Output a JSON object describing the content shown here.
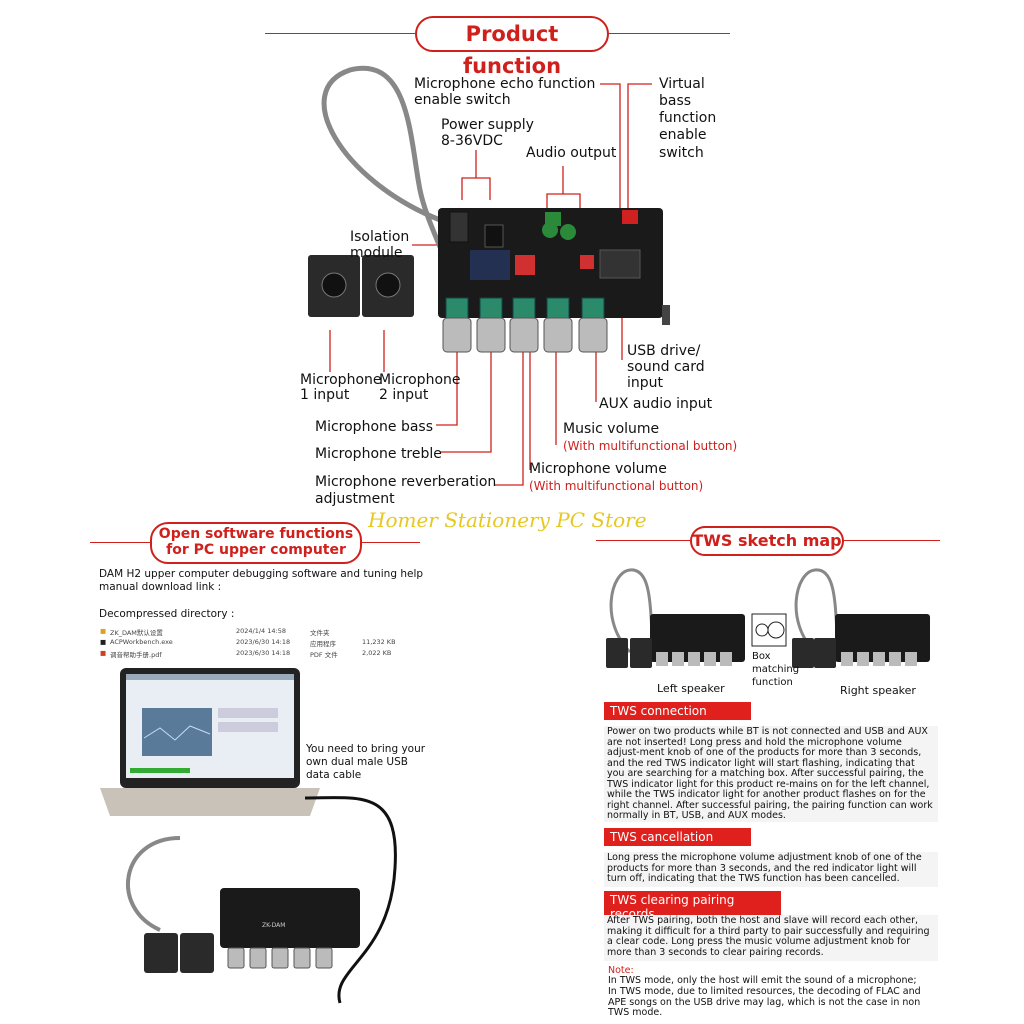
{
  "product_function": {
    "title": "Product function",
    "labels": {
      "echo": [
        "Microphone echo function",
        "enable switch"
      ],
      "bass_switch": [
        "Virtual",
        "bass",
        "function",
        "enable",
        "switch"
      ],
      "power": [
        "Power supply",
        "8-36VDC"
      ],
      "audio_output": "Audio output",
      "isolation": [
        "Isolation",
        "module"
      ],
      "usb": [
        "USB drive/",
        "sound card",
        "input"
      ],
      "aux": "AUX audio input",
      "mic1": [
        "Microphone",
        "1 input"
      ],
      "mic2": [
        "Microphone",
        "2 input"
      ],
      "mic_bass": "Microphone bass",
      "mic_treble": "Microphone treble",
      "mic_reverb": [
        "Microphone reverberation",
        "adjustment"
      ],
      "music_volume": "Music volume",
      "music_volume_note": "(With multifunctional button)",
      "mic_volume": "Microphone volume",
      "mic_volume_note": "(With multifunctional button)"
    }
  },
  "watermark": "Homer Stationery PC Store",
  "software": {
    "title": [
      "Open software functions",
      "for PC upper computer"
    ],
    "intro": [
      "DAM H2 upper computer debugging software and tuning help",
      "manual download link :"
    ],
    "dir_label": "Decompressed directory :",
    "files": [
      {
        "name": "ZK_DAM默认设置",
        "date": "2024/1/4 14:58",
        "type": "文件夹",
        "size": ""
      },
      {
        "name": "ACPWorkbench.exe",
        "date": "2023/6/30 14:18",
        "type": "应用程序",
        "size": "11,232 KB"
      },
      {
        "name": "调音帮助手册.pdf",
        "date": "2023/6/30 14:18",
        "type": "PDF 文件",
        "size": "2,022 KB"
      }
    ],
    "cable_note": [
      "You need to bring your",
      "own dual male USB",
      "data cable"
    ],
    "board_label": "ZK-DAM"
  },
  "tws": {
    "title": "TWS sketch map",
    "left_speaker": "Left speaker",
    "right_speaker": "Right speaker",
    "box_matching": [
      "Box",
      "matching",
      "function"
    ],
    "sections": [
      {
        "heading": "TWS connection",
        "text": "Power on two products while BT is not connected and USB and AUX are not inserted! Long press and hold the microphone volume adjust-ment knob of one of the products for more than 3 seconds, and the red TWS indicator light will start flashing, indicating that you are searching for a matching box. After successful pairing, the TWS indicator light for this product re-mains on for the left channel, while the TWS indicator light for another product flashes on for the right channel. After successful pairing, the pairing function can work normally in BT, USB, and AUX modes."
      },
      {
        "heading": "TWS cancellation",
        "text": "Long press the microphone volume adjustment knob of one of the products for more than 3 seconds, and the red indicator light will turn off, indicating that the TWS function has been cancelled."
      },
      {
        "heading": "TWS clearing pairing records",
        "text": "After TWS pairing, both the host and slave will record each other, making it difficult for a third party to pair successfully and requiring a clear code. Long press the music volume adjustment knob for more than 3 seconds to clear pairing records."
      }
    ],
    "note_title": "Note:",
    "notes": [
      "In TWS mode, only the host will emit the sound of a microphone;",
      "In TWS mode, due to limited resources, the decoding of FLAC and APE songs on the USB drive may lag, which is not the case in non TWS mode."
    ]
  },
  "colors": {
    "accent": "#d0201c",
    "board": "#1a1a1a",
    "pot": "#2a8a6a"
  }
}
